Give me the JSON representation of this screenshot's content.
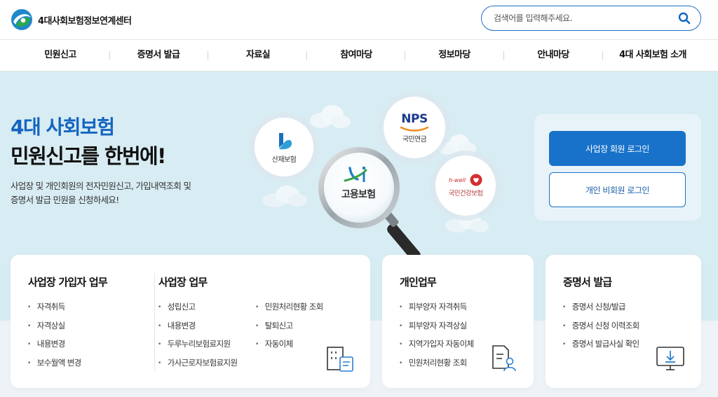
{
  "header": {
    "logo_text": "4대사회보험정보연계센터",
    "search_placeholder": "검색어를 입력해주세요."
  },
  "nav": {
    "items": [
      "민원신고",
      "증명서 발급",
      "자료실",
      "참여마당",
      "정보마당",
      "안내마당",
      "4대 사회보험 소개"
    ]
  },
  "hero": {
    "title_line1": "4대 사회보험",
    "title_line2": "민원신고를 한번에!",
    "desc_line1": "사업장 및 개인회원의 전자민원신고, 가입내역조회 및",
    "desc_line2": "증명서 발급 민원을 신청하세요!",
    "badges": {
      "sanjae": "산재보험",
      "nps_logo": "NPS",
      "nps": "국민연금",
      "goyong": "고용보험",
      "hwell": "h-well",
      "health": "국민건강보험"
    }
  },
  "login": {
    "corp_label": "사업장 회원 로그인",
    "personal_label": "개인 비회원 로그인"
  },
  "cards": {
    "subscriber": {
      "title": "사업장 가입자 업무",
      "items": [
        "자격취득",
        "자격상실",
        "내용변경",
        "보수월액 변경"
      ]
    },
    "workplace": {
      "title": "사업장 업무",
      "items_col1": [
        "성립신고",
        "내용변경",
        "두루누리보험료지원",
        "가사근로자보험료지원"
      ],
      "items_col2": [
        "민원처리현황 조회",
        "탈퇴신고",
        "자동이체"
      ]
    },
    "personal": {
      "title": "개인업무",
      "items": [
        "피부양자 자격취득",
        "피부양자 자격상실",
        "지역가입자 자동이체",
        "민원처리현황 조회"
      ]
    },
    "certificate": {
      "title": "증명서 발급",
      "items": [
        "증명서 신청/발급",
        "증명서 신청 이력조회",
        "증명서 발급사실 확인"
      ]
    }
  },
  "colors": {
    "primary": "#1872c9",
    "hero_bg": "#d8ecf3",
    "title_blue": "#1565c0"
  }
}
